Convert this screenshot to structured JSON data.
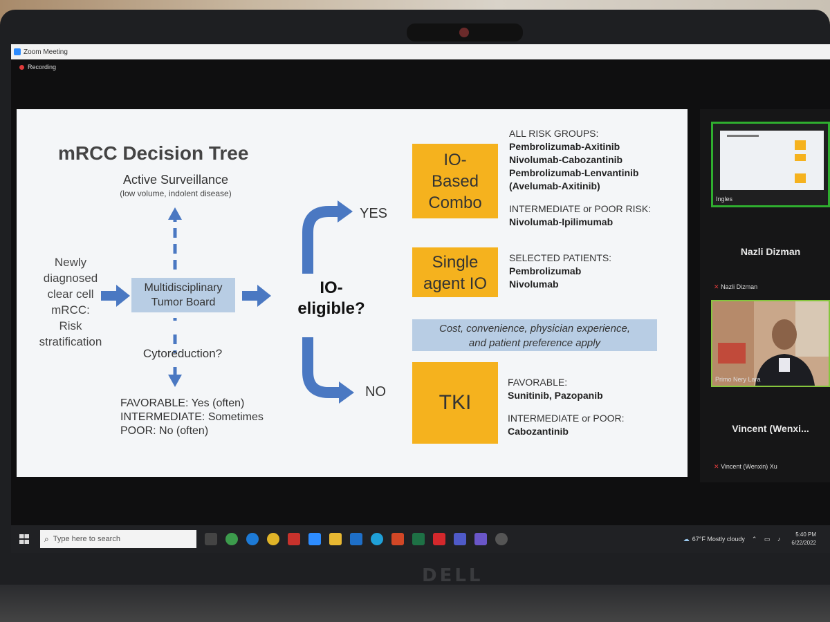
{
  "window": {
    "app_title": "Zoom Meeting",
    "recording_label": "Recording"
  },
  "slide": {
    "title": "mRCC Decision Tree",
    "active_surveillance": {
      "label": "Active Surveillance",
      "detail": "(low volume, indolent disease)"
    },
    "newly_diagnosed": {
      "l1": "Newly",
      "l2": "diagnosed",
      "l3": "clear cell",
      "l4": "mRCC:",
      "l5": "Risk",
      "l6": "stratification"
    },
    "tumor_board": {
      "l1": "Multidisciplinary",
      "l2": "Tumor Board"
    },
    "cytoreduction": "Cytoreduction?",
    "risk_outcomes": {
      "favorable": "FAVORABLE:  Yes (often)",
      "intermediate": "INTERMEDIATE: Sometimes",
      "poor": "POOR:  No (often)"
    },
    "io_question": {
      "l1": "IO-",
      "l2": "eligible?"
    },
    "yes_label": "YES",
    "no_label": "NO",
    "boxes": {
      "combo": {
        "l1": "IO-",
        "l2": "Based",
        "l3": "Combo"
      },
      "single": {
        "l1": "Single",
        "l2": "agent IO"
      },
      "tki": "TKI"
    },
    "combo_info": {
      "header1": "ALL RISK GROUPS:",
      "drug1": "Pembrolizumab-Axitinib",
      "drug2": "Nivolumab-Cabozantinib",
      "drug3": "Pembrolizumab-Lenvantinib",
      "drug4": "(Avelumab-Axitinib)",
      "header2": "INTERMEDIATE or POOR RISK:",
      "drug5": "Nivolumab-Ipilimumab"
    },
    "single_info": {
      "header": "SELECTED PATIENTS:",
      "drug1": "Pembrolizumab",
      "drug2": "Nivolumab"
    },
    "cost_note": {
      "l1": "Cost, convenience, physician experience,",
      "l2": "and patient preference apply"
    },
    "tki_info": {
      "header1": "FAVORABLE:",
      "drug1": "Sunitinib, Pazopanib",
      "header2": "INTERMEDIATE or POOR:",
      "drug2": "Cabozantinib"
    }
  },
  "participants": {
    "ingles": "Ingles",
    "nazli_big": "Nazli Dizman",
    "nazli_small": "Nazli Dizman",
    "primo": "Primo Nery Lara",
    "vincent_big": "Vincent  (Wenxi...",
    "vincent_small": "Vincent (Wenxin) Xu"
  },
  "taskbar": {
    "search_placeholder": "Type here to search",
    "weather": "67°F  Mostly cloudy",
    "time": "5:40 PM",
    "date": "6/22/2022"
  },
  "colors": {
    "accent_box": "#f5b21e",
    "blue_box": "#b8cde4",
    "arrow": "#4a78c2",
    "active_speaker": "#86c63e"
  }
}
